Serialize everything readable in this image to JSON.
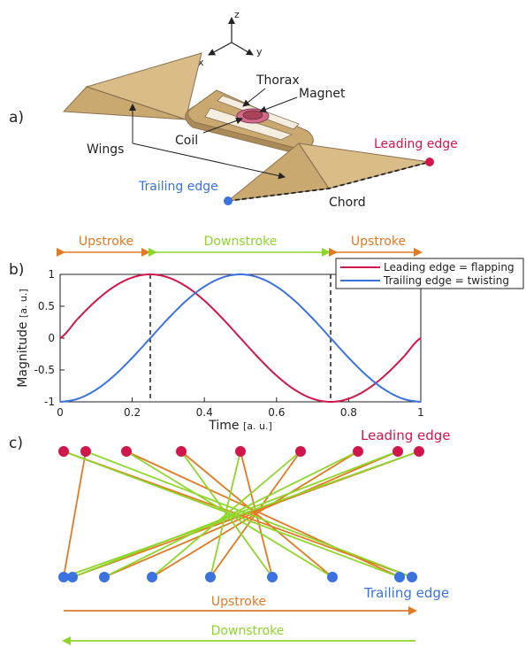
{
  "colors": {
    "leading": "#d0164a",
    "trailing": "#3b72e0",
    "upstroke": "#e07a24",
    "downstroke": "#8fd62a",
    "wing": "#d9bc88",
    "wing_edge": "#8a7150",
    "ink": "#222222"
  },
  "panel_a": {
    "label": "a)",
    "axes": {
      "z": "z",
      "x": "x",
      "y": "y"
    },
    "thorax": "Thorax",
    "magnet": "Magnet",
    "coil": "Coil",
    "wings": "Wings",
    "leading_edge": "Leading edge",
    "trailing_edge": "Trailing edge",
    "chord": "Chord"
  },
  "panel_b": {
    "label": "b)",
    "phase_labels": {
      "up1": "Upstroke",
      "down": "Downstroke",
      "up2": "Upstroke"
    },
    "chart_data": {
      "type": "line",
      "xlabel": "Time",
      "xlabel_unit": "[a. u.]",
      "ylabel": "Magnitude",
      "ylabel_unit": "[a. u.]",
      "xlim": [
        0,
        1
      ],
      "ylim": [
        -1,
        1
      ],
      "xticks": [
        0,
        0.2,
        0.4,
        0.6,
        0.8,
        1
      ],
      "xtick_labels": [
        "0",
        "0.2",
        "0.4",
        "0.6",
        "0.8",
        "1"
      ],
      "yticks": [
        1,
        0.5,
        0,
        -0.5,
        -1
      ],
      "ytick_labels": [
        "1",
        "0.5",
        "0",
        "-0.5",
        "-1"
      ],
      "phase_lines": [
        0.25,
        0.75
      ],
      "legend": "top-right",
      "series": [
        {
          "name": "Leading edge",
          "legend_suffix": "= flapping",
          "x": [
            0,
            0.05,
            0.1,
            0.15,
            0.2,
            0.25,
            0.3,
            0.35,
            0.4,
            0.45,
            0.5,
            0.55,
            0.6,
            0.65,
            0.7,
            0.75,
            0.8,
            0.85,
            0.9,
            0.95,
            1
          ],
          "y": [
            0,
            0.309,
            0.588,
            0.809,
            0.951,
            1,
            0.951,
            0.809,
            0.588,
            0.309,
            0,
            -0.309,
            -0.588,
            -0.809,
            -0.951,
            -1,
            -0.951,
            -0.809,
            -0.588,
            -0.309,
            0
          ]
        },
        {
          "name": "Trailing edge",
          "legend_suffix": "= twisting",
          "x": [
            0,
            0.05,
            0.1,
            0.15,
            0.2,
            0.25,
            0.3,
            0.35,
            0.4,
            0.45,
            0.5,
            0.55,
            0.6,
            0.65,
            0.7,
            0.75,
            0.8,
            0.85,
            0.9,
            0.95,
            1
          ],
          "y": [
            -1,
            -0.951,
            -0.809,
            -0.588,
            -0.309,
            0,
            0.309,
            0.588,
            0.809,
            0.951,
            1,
            0.951,
            0.809,
            0.588,
            0.309,
            0,
            -0.309,
            -0.588,
            -0.809,
            -0.951,
            -1
          ]
        }
      ]
    }
  },
  "panel_c": {
    "label": "c)",
    "leading_edge": "Leading edge",
    "trailing_edge": "Trailing edge",
    "upstroke": "Upstroke",
    "downstroke": "Downstroke"
  }
}
